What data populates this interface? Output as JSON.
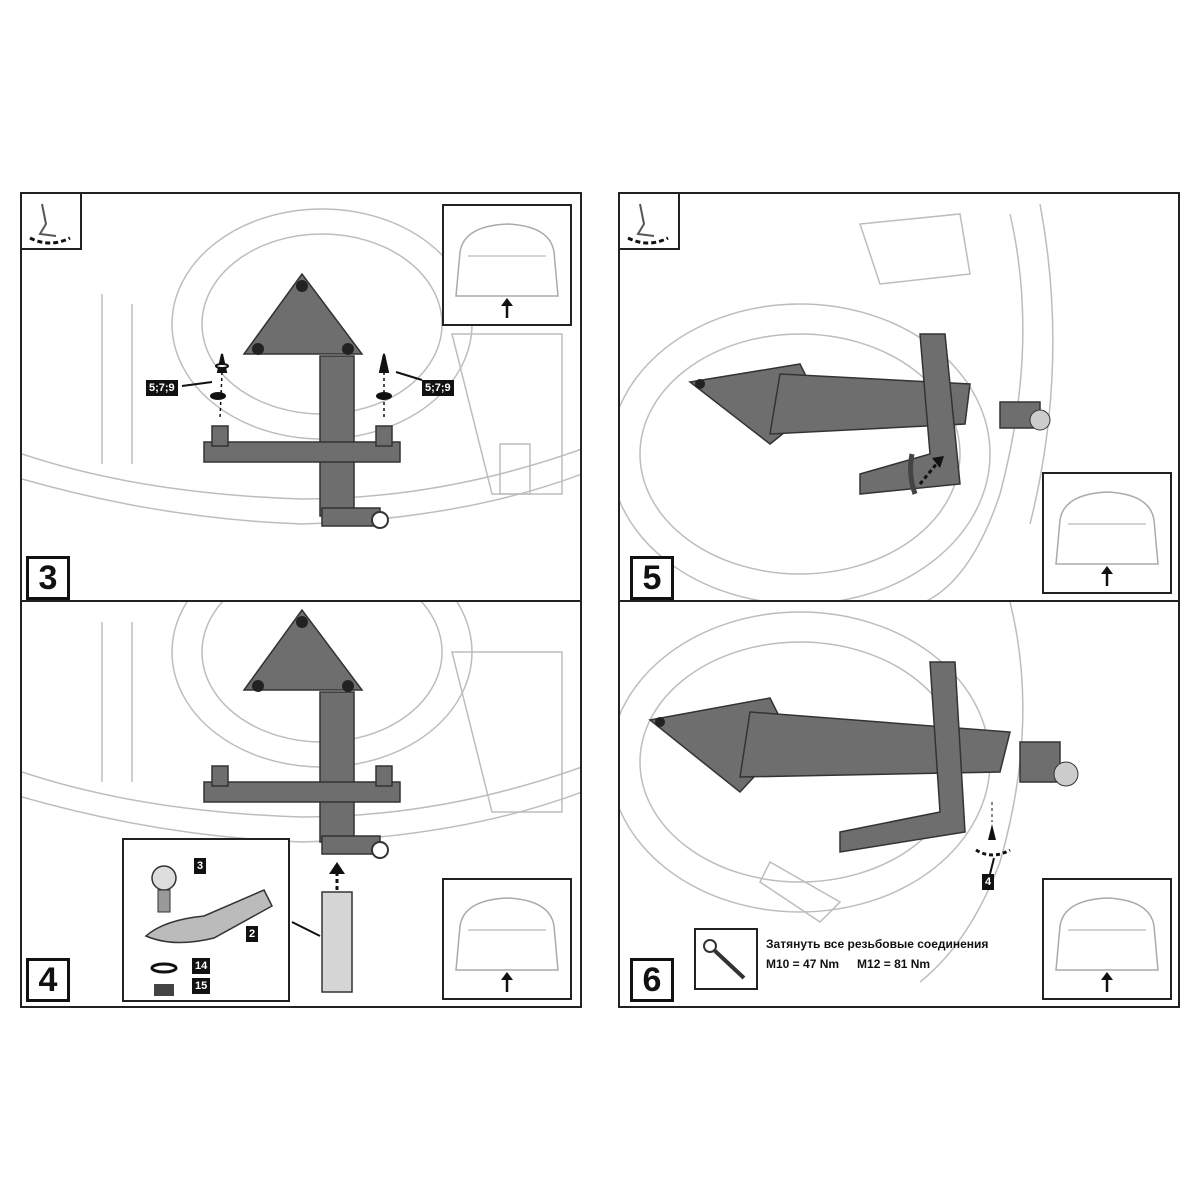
{
  "panels": [
    {
      "step": "3",
      "labels": [
        "5;7;9",
        "5;7;9"
      ]
    },
    {
      "step": "4",
      "labels": [
        "3",
        "2",
        "14",
        "15"
      ]
    },
    {
      "step": "5",
      "labels": []
    },
    {
      "step": "6",
      "labels": [
        "4"
      ],
      "note": {
        "title": "Затянуть все резьбовые соединения",
        "m10": "M10 = 47 Nm",
        "m12": "M12 = 81 Nm"
      }
    }
  ],
  "colors": {
    "frame": "#222222",
    "steel": "#6e6e6e",
    "steel_dark": "#4a4a4a",
    "line": "#bdbdbd"
  },
  "icons": [
    "hand-tool-icon",
    "car-rear-icon",
    "arrow-up-icon",
    "torque-wrench-icon",
    "bolt-icon",
    "washer-icon",
    "nut-icon",
    "tow-ball-icon"
  ]
}
